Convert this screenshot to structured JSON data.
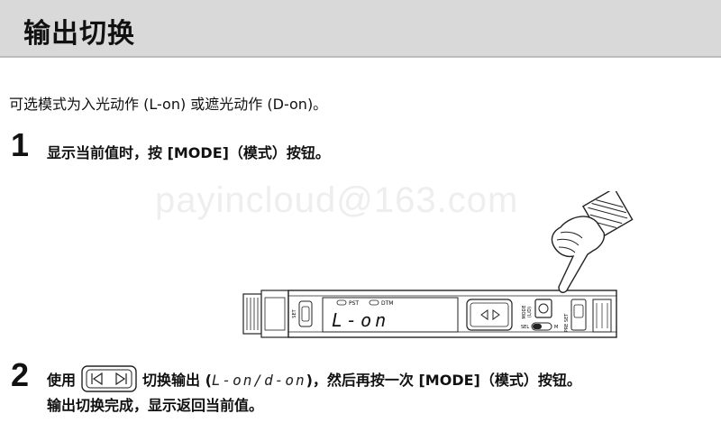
{
  "header": {
    "title": "输出切换"
  },
  "intro": {
    "text": "可选模式为入光动作 (L-on) 或遮光动作 (D-on)。"
  },
  "steps": [
    {
      "number": "1",
      "text": "显示当前值时，按 [MODE]（模式）按钮。"
    },
    {
      "number": "2",
      "prefix": "使用",
      "middle": "切换输出 (",
      "segment_text": "L-on/d-on",
      "suffix": ")，然后再按一次 [MODE]（模式）按钮。",
      "line2": "输出切换完成，显示返回当前值。"
    }
  ],
  "watermark": {
    "text": "payincloud@163.com"
  },
  "device": {
    "indicator_pst": "PST",
    "indicator_dtm": "DTM",
    "display_text": "L-on",
    "set_label": "SET",
    "mode_label": "MODE",
    "mode_sub_label": "(L/D)",
    "sel_label": "SEL",
    "m_label": "M",
    "preset_label": "PRE SET"
  },
  "colors": {
    "title_bar": "#d9d9d9",
    "text": "#111111"
  },
  "icons": {
    "left_right_buttons": "left-right-arrow-buttons-icon",
    "hand": "pointing-hand-icon"
  }
}
